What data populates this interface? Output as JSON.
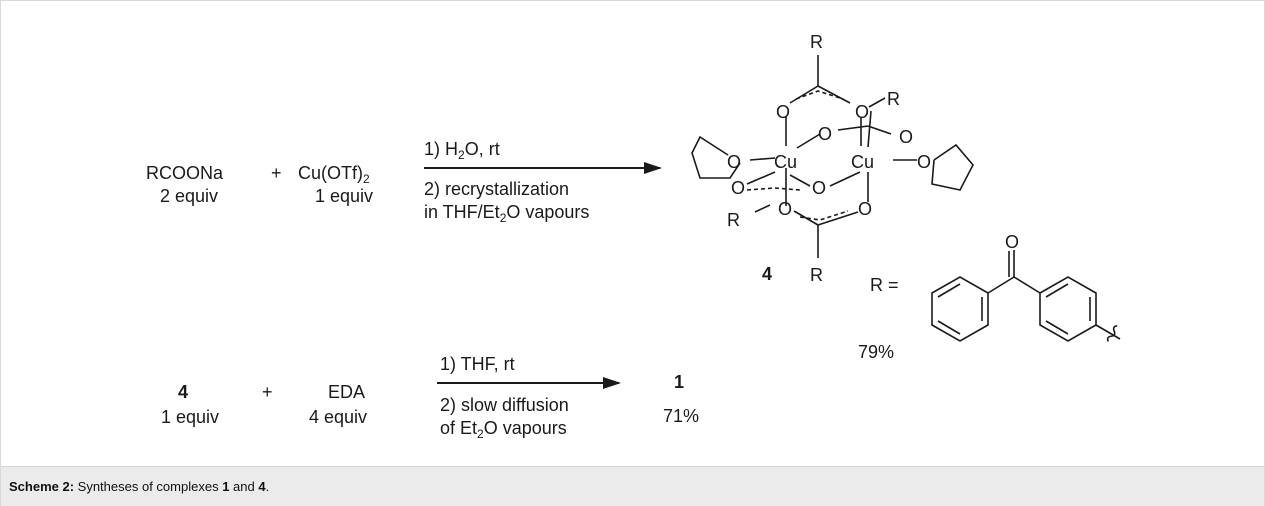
{
  "reaction1": {
    "reagent1": "RCOONa",
    "reagent1_equiv": "2 equiv",
    "plus": "+",
    "reagent2_base": "Cu(OTf)",
    "reagent2_sub": "2",
    "reagent2_equiv": "1 equiv",
    "cond1_prefix": "1) H",
    "cond1_sub": "2",
    "cond1_suffix": "O, rt",
    "cond2_line1": "2) recrystallization",
    "cond2_line2_prefix": "in THF/Et",
    "cond2_line2_sub": "2",
    "cond2_line2_suffix": "O vapours",
    "product_label": "4",
    "yield": "79%",
    "r_equals": "R ="
  },
  "reaction2": {
    "reagent1": "4",
    "reagent1_equiv": "1 equiv",
    "plus": "+",
    "reagent2": "EDA",
    "reagent2_equiv": "4 equiv",
    "cond1": "1) THF, rt",
    "cond2_line1": "2) slow diffusion",
    "cond2_line2_prefix": "of Et",
    "cond2_line2_sub": "2",
    "cond2_line2_suffix": "O vapours",
    "product": "1",
    "yield": "71%"
  },
  "structure_labels": {
    "r": "R",
    "o": "O",
    "cu": "Cu"
  },
  "caption": {
    "label": "Scheme 2:",
    "text_before": " Syntheses of complexes ",
    "num1": "1",
    "text_mid": " and ",
    "num2": "4",
    "text_end": "."
  }
}
